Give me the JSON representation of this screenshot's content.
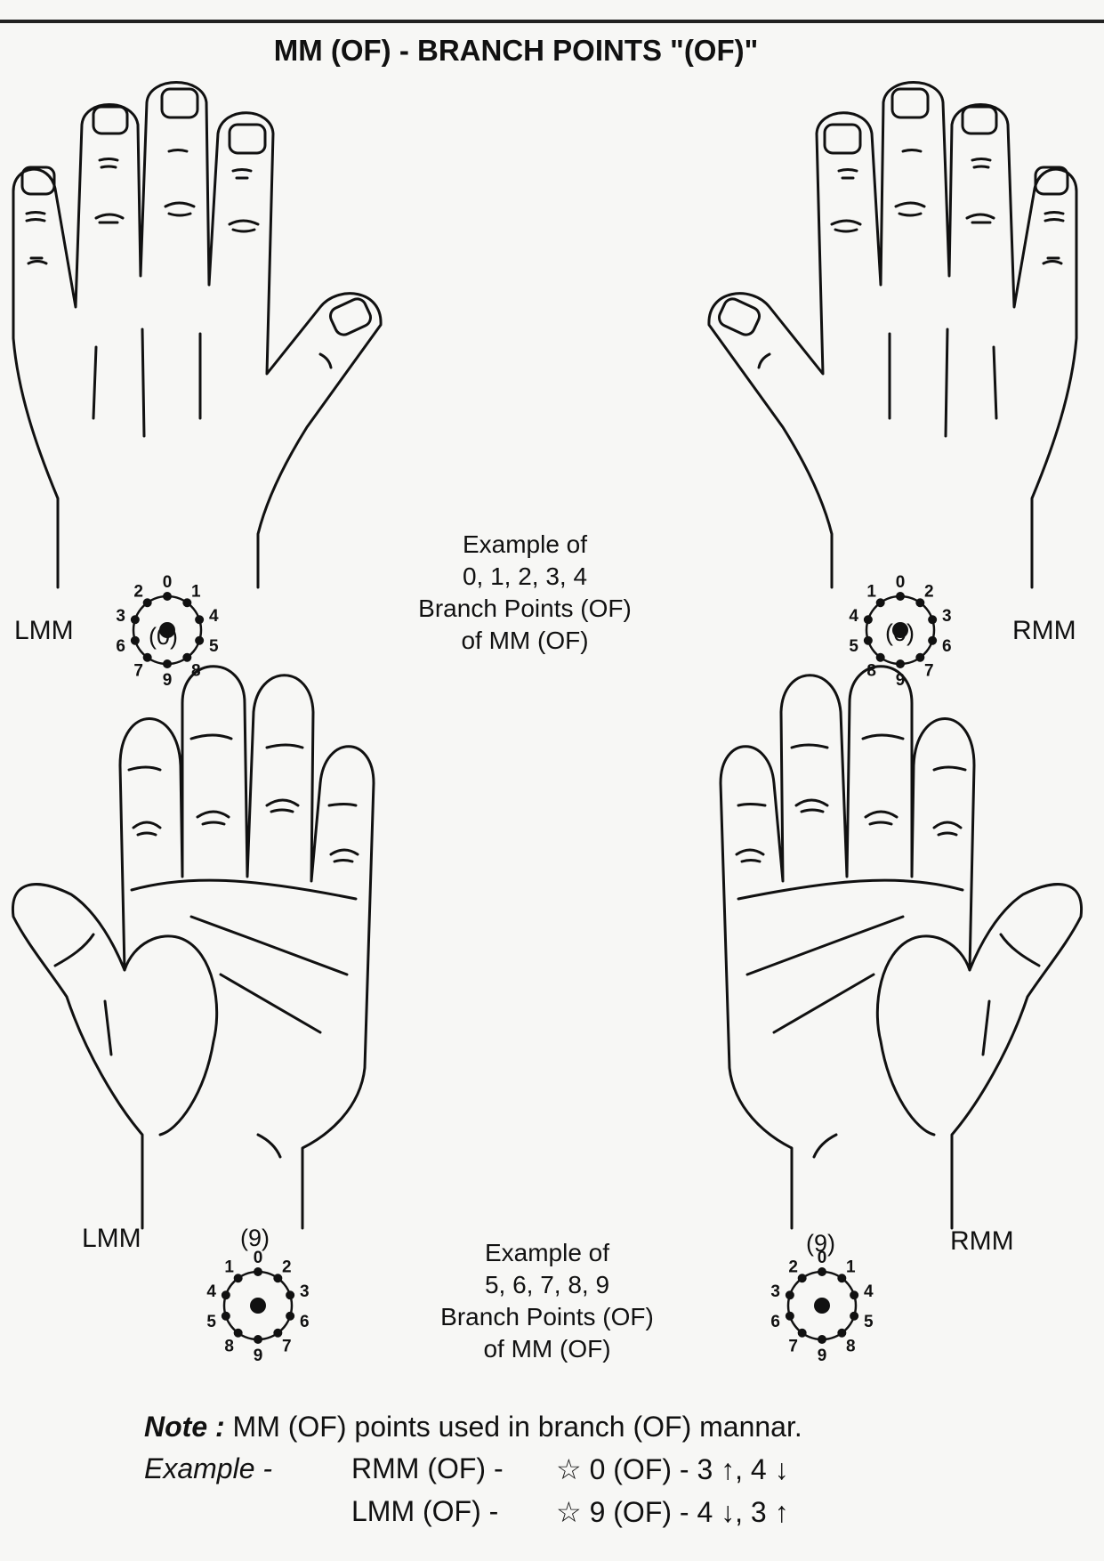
{
  "title": "MM (OF) - BRANCH POINTS \"(OF)\"",
  "labels": {
    "lmm_top": "LMM",
    "rmm_top": "RMM",
    "lmm_bottom": "LMM",
    "rmm_bottom": "RMM",
    "zero_left": "(0)",
    "zero_right": "(0)",
    "nine_left": "(9)",
    "nine_right": "(9)"
  },
  "example_top": [
    "Example of",
    "0, 1, 2, 3, 4",
    "Branch Points (OF)",
    "of MM (OF)"
  ],
  "example_bottom": [
    "Example of",
    "5, 6, 7, 8, 9",
    "Branch Points (OF)",
    "of MM (OF)"
  ],
  "note": {
    "prefix": "Note :",
    "text": "MM (OF) points used in branch (OF) mannar.",
    "example_label": "Example -",
    "rows": [
      {
        "label": "RMM (OF) -",
        "value": "☆ 0 (OF) - 3 ↑, 4 ↓"
      },
      {
        "label": "LMM (OF) -",
        "value": "☆ 9 (OF) - 4 ↓, 3 ↑"
      }
    ]
  },
  "point_digits": [
    "0",
    "1",
    "2",
    "3",
    "4",
    "5",
    "6",
    "7",
    "8",
    "9"
  ]
}
